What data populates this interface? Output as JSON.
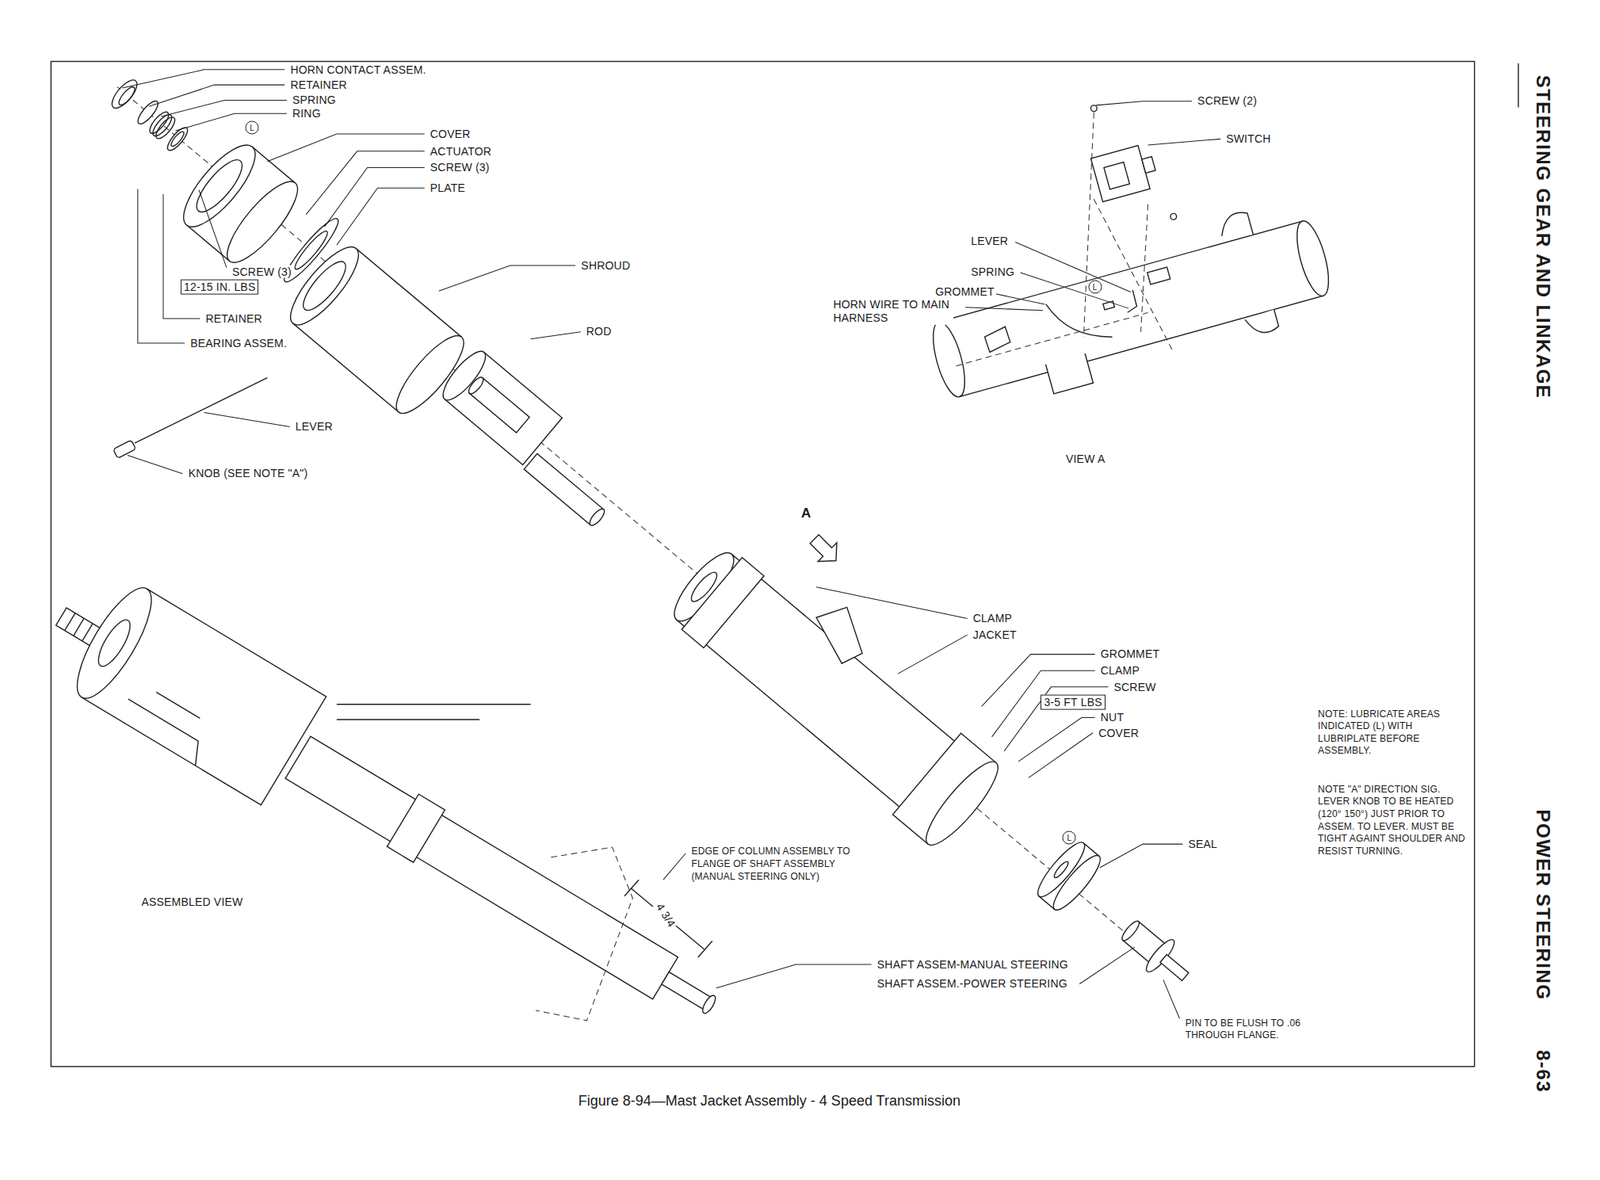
{
  "diagram": {
    "caption": "Figure 8-94—Mast Jacket Assembly - 4 Speed Transmission",
    "labels": [
      "HORN CONTACT ASSEM.",
      "RETAINER",
      "SPRING",
      "RING",
      "L",
      "COVER",
      "ACTUATOR",
      "SCREW (3)",
      "PLATE",
      "SCREW (3)",
      "12-15 IN. LBS",
      "RETAINER",
      "BEARING ASSEM.",
      "SHROUD",
      "ROD",
      "LEVER",
      "KNOB (SEE NOTE \"A\")",
      "SCREW (2)",
      "SWITCH",
      "LEVER",
      "SPRING",
      "L",
      "GROMMET",
      "HORN WIRE TO MAIN HARNESS",
      "VIEW A",
      "A",
      "CLAMP",
      "JACKET",
      "GROMMET",
      "CLAMP",
      "SCREW",
      "3-5 FT LBS",
      "NUT",
      "COVER",
      "NOTE: LUBRICATE AREAS INDICATED (L) WITH LUBRIPLATE BEFORE ASSEMBLY.",
      "NOTE \"A\" DIRECTION SIG. LEVER KNOB TO BE HEATED (120° 150°) JUST PRIOR TO ASSEM. TO LEVER. MUST BE TIGHT AGAINT SHOULDER AND RESIST TURNING.",
      "L",
      "SEAL",
      "ASSEMBLED VIEW",
      "EDGE OF COLUMN ASSEMBLY TO FLANGE OF SHAFT ASSEMBLY (MANUAL STEERING ONLY)",
      "4 3/4",
      "SHAFT ASSEM-MANUAL STEERING",
      "SHAFT ASSEM.-POWER STEERING",
      "PIN TO BE FLUSH TO .06 THROUGH FLANGE.",
      "STEERING GEAR AND LINKAGE",
      "POWER STEERING",
      "8-63"
    ]
  }
}
